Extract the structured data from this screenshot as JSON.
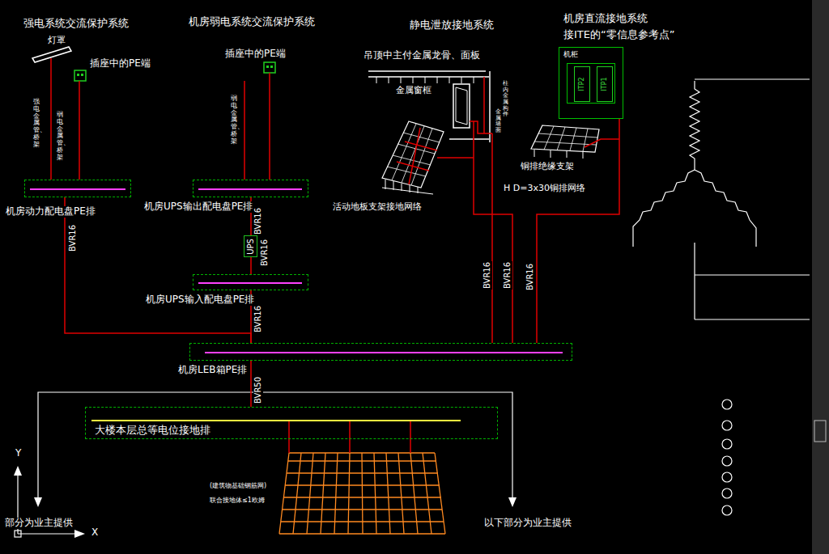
{
  "diagram": {
    "nodes": [
      {
        "text": [
          "机房动力配电盘PE排"
        ]
      },
      {
        "text": [
          "机房UPS输出配电盘PE排"
        ]
      },
      {
        "text": [
          "UPS"
        ]
      },
      {
        "text": [
          "机房UPS输入配电盘PE排"
        ]
      },
      {
        "text": [
          "机房LEB箱PE排"
        ]
      },
      {
        "text": [
          "大楼本层总等电位接地排"
        ]
      },
      {
        "text": [
          "机柜"
        ]
      },
      {
        "text": [
          "ITP2"
        ],
        "in": 6
      },
      {
        "text": [
          "ITP1"
        ],
        "in": 6
      }
    ],
    "edges": [
      {
        "from": 0,
        "to": 4,
        "arrow": "none",
        "label": "BVR16"
      },
      {
        "from": 1,
        "to": 2,
        "arrow": "none",
        "label": "BVR16"
      },
      {
        "from": 2,
        "to": 3,
        "arrow": "none",
        "label": "BVR16"
      },
      {
        "from": 3,
        "to": 4,
        "arrow": "none",
        "label": "BVR16"
      },
      {
        "from": 6,
        "to": 4,
        "arrow": "none",
        "label": "BVR16"
      },
      {
        "from": 4,
        "to": 5,
        "arrow": "none",
        "label": "BVR50"
      }
    ],
    "labels": [
      "强电系统交流保护系统",
      "机房弱电系统交流保护系统",
      "静电泄放接地系统",
      "机房直流接地系统",
      "接ITE的“零信息参考点”",
      "灯罩",
      "插座中的PE端",
      "插座中的PE端",
      "吊顶中主付金属龙骨、面板",
      "金属窗框",
      "强电金属管、桥架",
      "弱电金属管、桥架",
      "弱电金属管、桥架",
      "金属墙面",
      "柱内金属构件",
      "铜排绝缘支架",
      "H D=3x30铜排网络",
      "活动地板支架接地网络",
      "BVR16",
      "BVR16",
      "(建筑物基础钢筋网)",
      "联合接地体≤1欧姆",
      "部分为业主提供",
      "以下部分为业主提供",
      "Y",
      "X"
    ]
  }
}
